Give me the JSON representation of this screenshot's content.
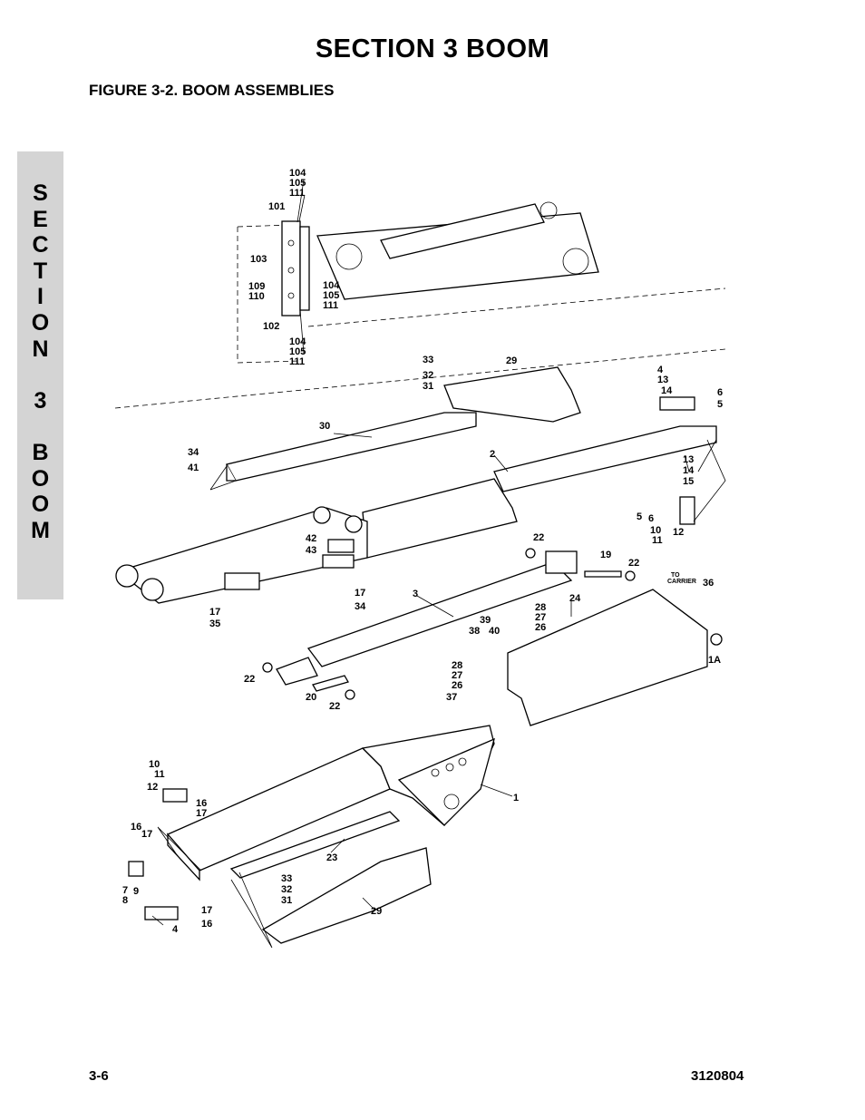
{
  "header": {
    "section_title": "SECTION 3  BOOM",
    "figure_title": "FIGURE 3-2.    BOOM ASSEMBLIES"
  },
  "side_tab": {
    "letters": [
      "S",
      "E",
      "C",
      "T",
      "I",
      "O",
      "N",
      " ",
      "3",
      " ",
      "B",
      "O",
      "O",
      "M"
    ]
  },
  "footer": {
    "page_number": "3-6",
    "document_number": "3120804"
  },
  "callouts": {
    "c104a": "104",
    "c105a": "105",
    "c111a": "111",
    "c101": "101",
    "c103": "103",
    "c109": "109",
    "c110": "110",
    "c104b": "104",
    "c105b": "105",
    "c111b": "111",
    "c102": "102",
    "c104c": "104",
    "c105c": "105",
    "c111c": "111",
    "c33a": "33",
    "c32a": "32",
    "c31a": "31",
    "c29a": "29",
    "c4a": "4",
    "c13a": "13",
    "c14a": "14",
    "c6a": "6",
    "c5a": "5",
    "c30": "30",
    "c34a": "34",
    "c41": "41",
    "c2": "2",
    "c13b": "13",
    "c14b": "14",
    "c15": "15",
    "c5b": "5",
    "c6b": "6",
    "c10a": "10",
    "c11a": "11",
    "c12a": "12",
    "c42": "42",
    "c43": "43",
    "c22a": "22",
    "c19": "19",
    "c22b": "22",
    "to_carrier": "TO CARRIER",
    "c17a": "17",
    "c34b": "34",
    "c17b": "17",
    "c35": "35",
    "c3": "3",
    "c24": "24",
    "c36": "36",
    "c28a": "28",
    "c27a": "27",
    "c26a": "26",
    "c39": "39",
    "c38": "38",
    "c40": "40",
    "c1a": "1A",
    "c22c": "22",
    "c28b": "28",
    "c27b": "27",
    "c26b": "26",
    "c37": "37",
    "c20": "20",
    "c22d": "22",
    "c10b": "10",
    "c11b": "11",
    "c12b": "12",
    "c16a": "16",
    "c17c": "17",
    "c16b": "16",
    "c17d": "17",
    "c1": "1",
    "c23": "23",
    "c7": "7",
    "c8": "8",
    "c9": "9",
    "c33b": "33",
    "c32b": "32",
    "c31b": "31",
    "c17e": "17",
    "c16c": "16",
    "c4b": "4",
    "c29b": "29"
  }
}
